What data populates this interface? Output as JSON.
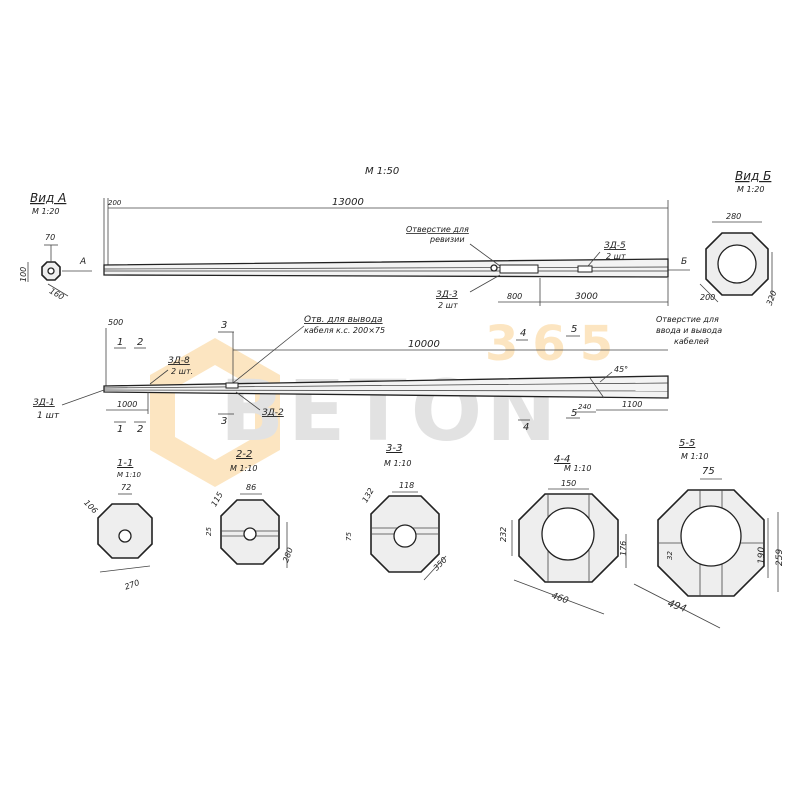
{
  "title_scale": "М 1:50",
  "view_a": {
    "title": "Вид А",
    "scale": "М 1:20",
    "dim_top": "70",
    "dim_side": "100",
    "dim_diag": "160",
    "marker": "А"
  },
  "view_b": {
    "title": "Вид Б",
    "scale": "М 1:20",
    "dim_top": "280",
    "dim_diag": "200",
    "dim_side": "320",
    "marker": "Б"
  },
  "top_view": {
    "dim_start": "200",
    "dim_length": "13000",
    "note_revision_1": "Отверстие для",
    "note_revision_2": "ревизии",
    "zd5_label": "ЗД-5",
    "zd5_qty": "2 шт",
    "zd3_label": "ЗД-3",
    "zd3_qty": "2 шт",
    "dim_800": "800",
    "dim_3000": "3000"
  },
  "side_view": {
    "dim_500": "500",
    "cable_note_1": "Отв. для вывода",
    "cable_note_2": "кабеля к.с. 200×75",
    "dim_10000": "10000",
    "angle": "45°",
    "zd8_label": "ЗД-8",
    "zd8_qty": "2 шт.",
    "zd1_label": "ЗД-1",
    "zd1_qty": "1 шт",
    "zd2_label": "ЗД-2",
    "dim_1000": "1000",
    "dim_240": "240",
    "dim_1100": "1100",
    "right_note_1": "Отверстие для",
    "right_note_2": "ввода и вывода",
    "right_note_3": "кабелей",
    "cut1": "1",
    "cut2": "2",
    "cut3": "3",
    "cut4": "4",
    "cut5": "5"
  },
  "sections": [
    {
      "title": "1-1",
      "scale": "М 1:10",
      "dims": [
        "106",
        "72",
        "270"
      ]
    },
    {
      "title": "2-2",
      "scale": "М 1:10",
      "dims": [
        "115",
        "86",
        "25",
        "280"
      ]
    },
    {
      "title": "3-3",
      "scale": "М 1:10",
      "dims": [
        "132",
        "118",
        "75",
        "350"
      ]
    },
    {
      "title": "4-4",
      "scale": "М 1:10",
      "dims": [
        "150",
        "232",
        "176",
        "460"
      ]
    },
    {
      "title": "5-5",
      "scale": "М 1:10",
      "dims": [
        "75",
        "190",
        "259",
        "32",
        "494"
      ]
    }
  ],
  "watermark": {
    "text": "BETON",
    "number": "365",
    "color": "#f5a623",
    "gray": "#b0b0b0"
  }
}
